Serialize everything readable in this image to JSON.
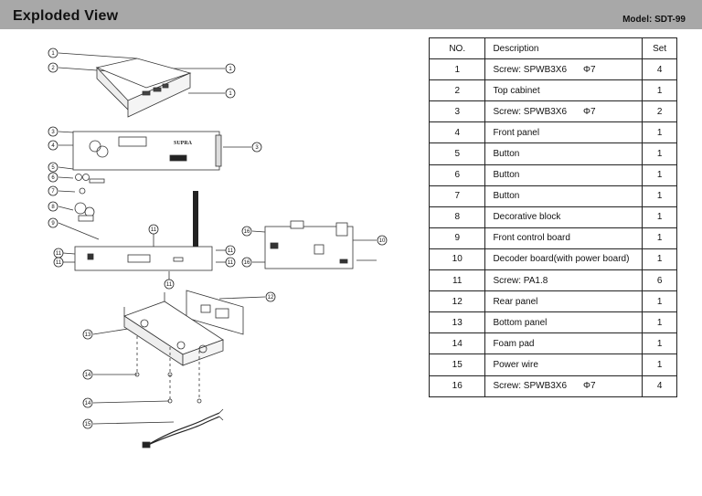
{
  "header": {
    "title": "Exploded View",
    "model": "Model: SDT-99"
  },
  "table": {
    "columns": [
      "NO.",
      "Description",
      "Set"
    ],
    "rows": [
      {
        "no": "1",
        "desc": "Screw: SPWB3X6",
        "phi": "Φ7",
        "set": "4"
      },
      {
        "no": "2",
        "desc": "Top cabinet",
        "phi": "",
        "set": "1"
      },
      {
        "no": "3",
        "desc": "Screw: SPWB3X6",
        "phi": "Φ7",
        "set": "2"
      },
      {
        "no": "4",
        "desc": "Front panel",
        "phi": "",
        "set": "1"
      },
      {
        "no": "5",
        "desc": "Button",
        "phi": "",
        "set": "1"
      },
      {
        "no": "6",
        "desc": "Button",
        "phi": "",
        "set": "1"
      },
      {
        "no": "7",
        "desc": "Button",
        "phi": "",
        "set": "1"
      },
      {
        "no": "8",
        "desc": "Decorative block",
        "phi": "",
        "set": "1"
      },
      {
        "no": "9",
        "desc": "Front control board",
        "phi": "",
        "set": "1"
      },
      {
        "no": "10",
        "desc": "Decoder board(with power board)",
        "phi": "",
        "set": "1"
      },
      {
        "no": "11",
        "desc": "Screw: PA1.8",
        "phi": "",
        "set": "6"
      },
      {
        "no": "12",
        "desc": "Rear panel",
        "phi": "",
        "set": "1"
      },
      {
        "no": "13",
        "desc": "Bottom panel",
        "phi": "",
        "set": "1"
      },
      {
        "no": "14",
        "desc": "Foam pad",
        "phi": "",
        "set": "1"
      },
      {
        "no": "15",
        "desc": "Power wire",
        "phi": "",
        "set": "1"
      },
      {
        "no": "16",
        "desc": "Screw: SPWB3X6",
        "phi": "Φ7",
        "set": "4"
      }
    ]
  },
  "diagram": {
    "brand": "SUPRA",
    "callouts": [
      "1",
      "2",
      "1",
      "1",
      "3",
      "4",
      "3",
      "5",
      "6",
      "7",
      "8",
      "9",
      "11",
      "11",
      "11",
      "11",
      "11",
      "11",
      "16",
      "10",
      "16",
      "12",
      "13",
      "14",
      "14",
      "15"
    ]
  }
}
